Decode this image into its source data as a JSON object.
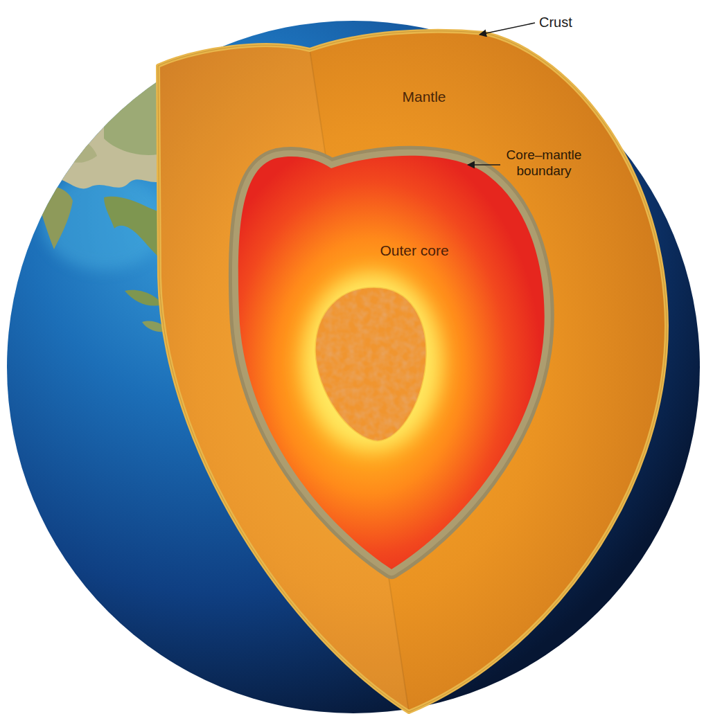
{
  "diagram": {
    "nodes": [
      {
        "text": [
          "Mantle"
        ]
      },
      {
        "text": [
          "Outer core"
        ],
        "in": 0
      }
    ],
    "labels": [
      "Crust",
      "Core–mantle boundary"
    ]
  }
}
